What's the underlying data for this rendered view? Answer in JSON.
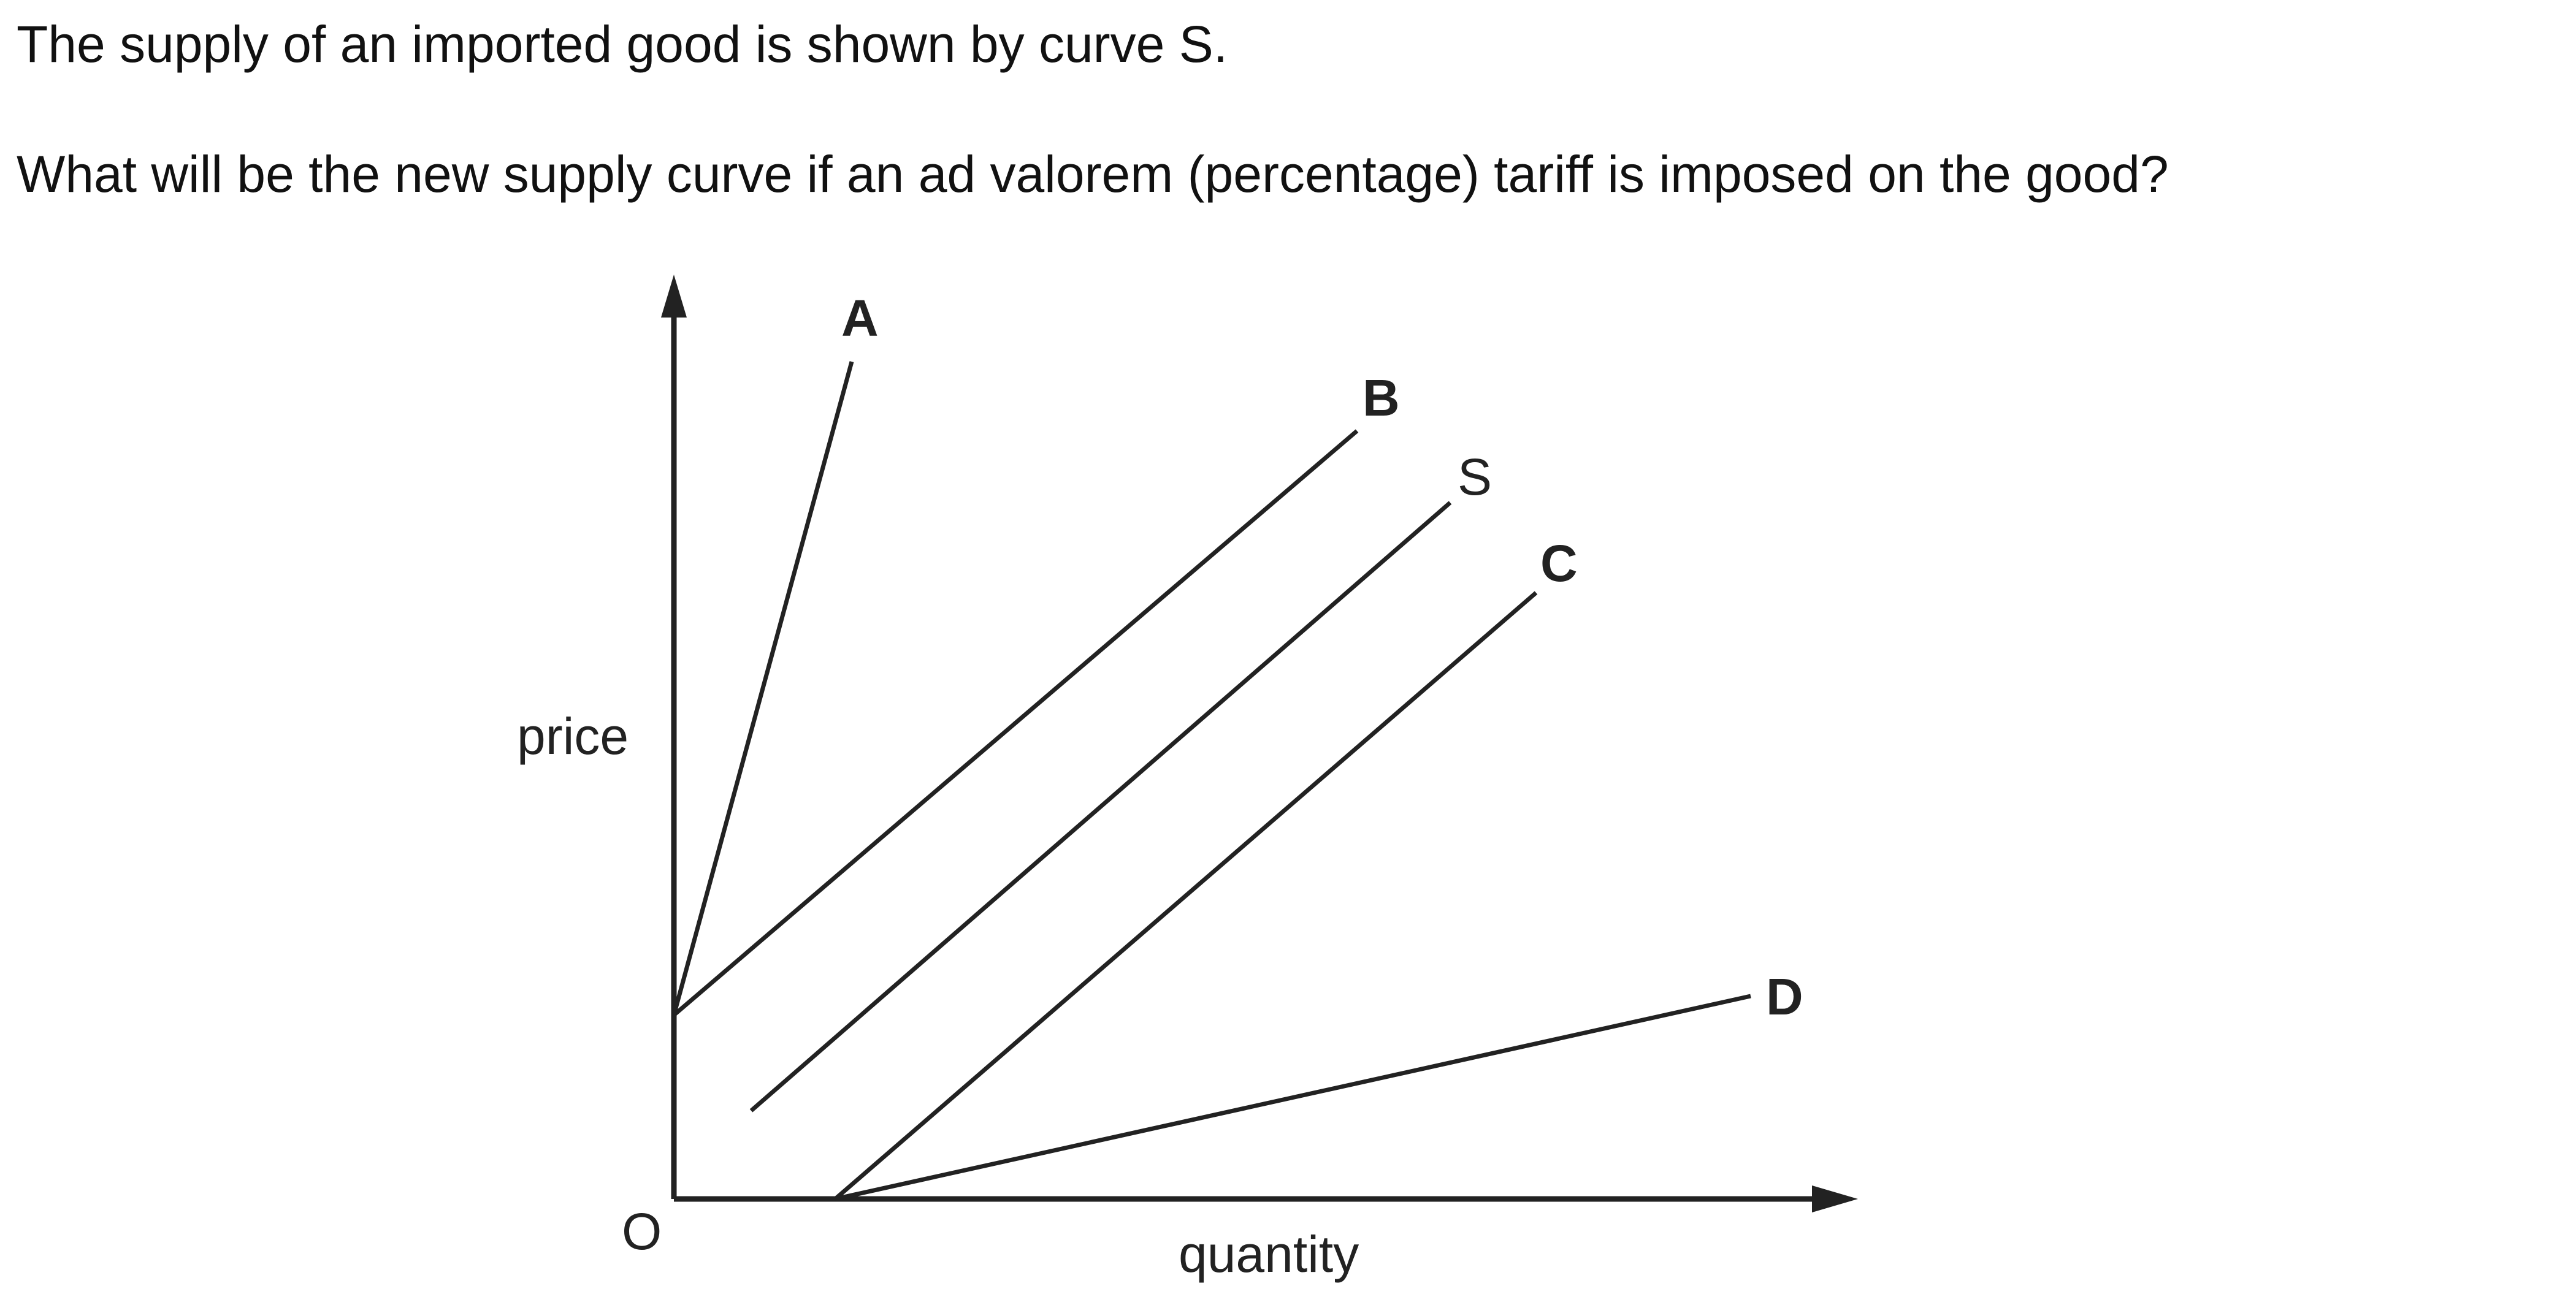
{
  "question": {
    "stem": "The supply of an imported good is shown by curve S.",
    "prompt": "What will be the new supply curve if an ad valorem (percentage) tariff is imposed on the good?"
  },
  "diagram": {
    "y_axis_label": "price",
    "x_axis_label": "quantity",
    "origin_label": "O",
    "curves": {
      "A": "A",
      "B": "B",
      "S": "S",
      "C": "C",
      "D": "D"
    },
    "line_color": "#222222"
  }
}
